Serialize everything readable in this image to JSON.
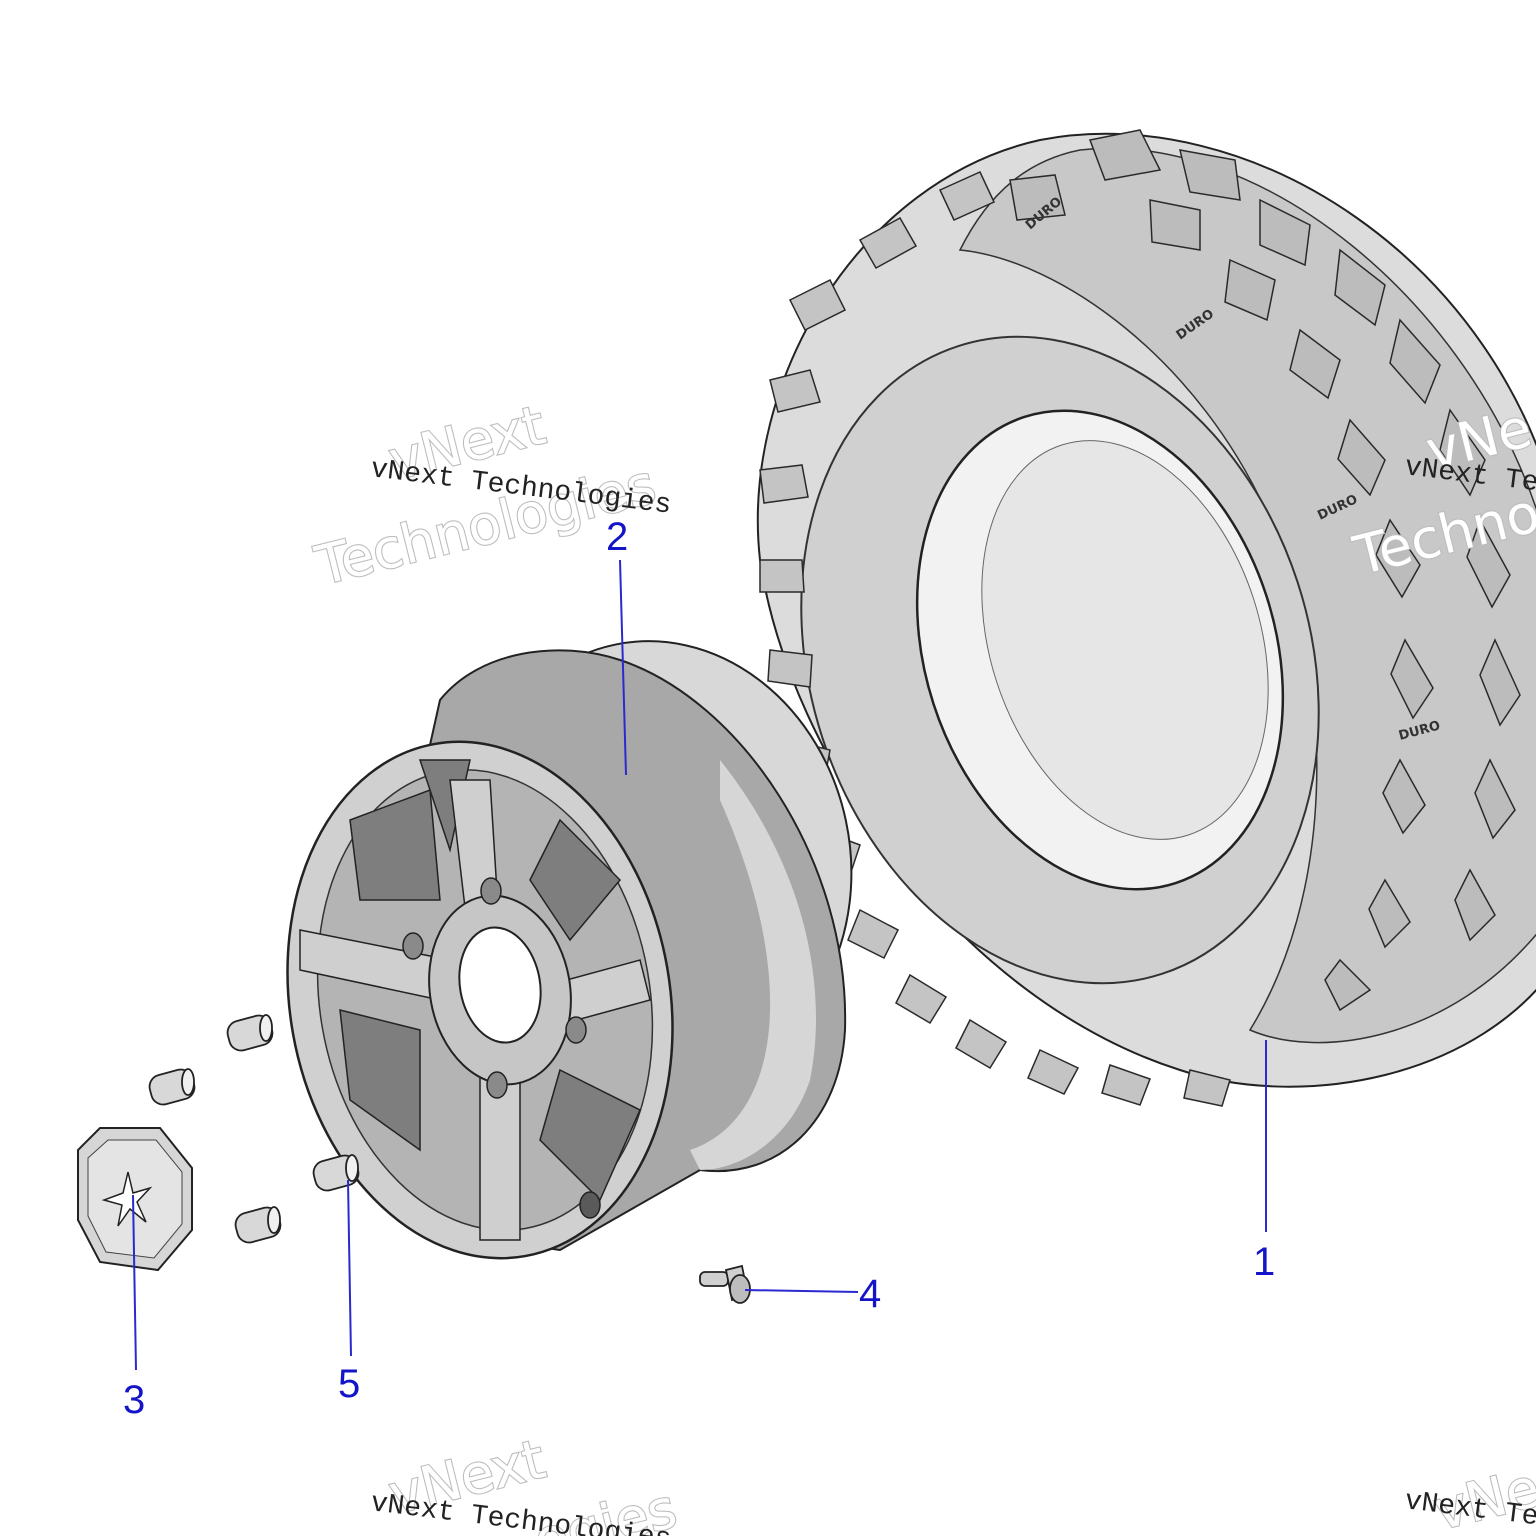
{
  "diagram": {
    "parts": [
      {
        "callout": "1",
        "name": "tire"
      },
      {
        "callout": "2",
        "name": "wheel-rim"
      },
      {
        "callout": "3",
        "name": "center-cap"
      },
      {
        "callout": "4",
        "name": "valve-stem"
      },
      {
        "callout": "5",
        "name": "lug-nut"
      }
    ],
    "tire_brand": "DURO"
  },
  "watermarks": {
    "serif_text": "vNext Technologies",
    "outline_line1": "vNext",
    "outline_line2": "Technologies",
    "partial_right_serif": "vNext Te",
    "partial_right_outline1": "vNe",
    "partial_right_outline2": "Techno",
    "partial_bottom_outline2": "ogies"
  },
  "colors": {
    "callout": "#1414c8",
    "part_fill": "#d4d4d4",
    "part_shade": "#9a9a9a",
    "line": "#222222"
  }
}
